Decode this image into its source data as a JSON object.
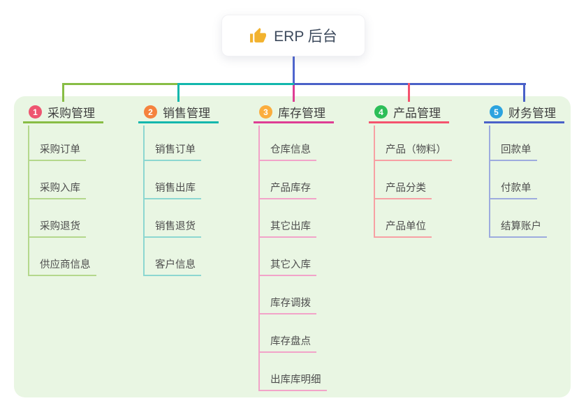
{
  "root": {
    "icon": "thumbs-up",
    "label": "ERP 后台"
  },
  "branches": [
    {
      "index": "1",
      "label": "采购管理",
      "badge_color": "#ee5570",
      "line_color": "#88bd45",
      "child_line_color": "#b4d88c",
      "children": [
        "采购订单",
        "采购入库",
        "采购退货",
        "供应商信息"
      ]
    },
    {
      "index": "2",
      "label": "销售管理",
      "badge_color": "#f5823e",
      "line_color": "#12b7ad",
      "child_line_color": "#8cd7d1",
      "children": [
        "销售订单",
        "销售出库",
        "销售退货",
        "客户信息"
      ]
    },
    {
      "index": "3",
      "label": "库存管理",
      "badge_color": "#fbad3d",
      "line_color": "#de3d94",
      "child_line_color": "#f2a3c9",
      "children": [
        "仓库信息",
        "产品库存",
        "其它出库",
        "其它入库",
        "库存调拨",
        "库存盘点",
        "出库库明细"
      ]
    },
    {
      "index": "4",
      "label": "产品管理",
      "badge_color": "#2cbe58",
      "line_color": "#f4536e",
      "child_line_color": "#f7a0a4",
      "children": [
        "产品（物料）",
        "产品分类",
        "产品单位"
      ]
    },
    {
      "index": "5",
      "label": "财务管理",
      "badge_color": "#2ba3df",
      "line_color": "#4a61c8",
      "child_line_color": "#9dabde",
      "children": [
        "回款单",
        "付款单",
        "结算账户"
      ]
    }
  ],
  "colors": {
    "root_connector": "#4f66cf",
    "panel_background": "#e9f6e3",
    "thumb_icon": "#f2b22e"
  }
}
